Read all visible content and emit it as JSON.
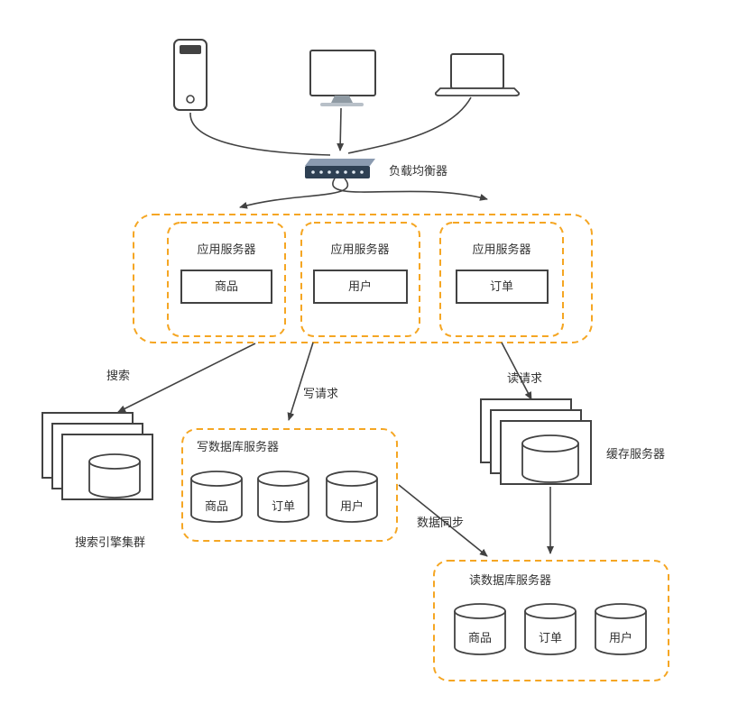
{
  "diagram": {
    "colors": {
      "container_border": "#f5a623",
      "node_border": "#424242",
      "edge": "#424242",
      "switch_body": "#2e4053",
      "switch_top": "#8b9bb0",
      "text": "#333333"
    },
    "icons": {
      "phone": "smartphone-icon",
      "desktop": "desktop-monitor-icon",
      "laptop": "laptop-icon",
      "load_balancer": "network-switch-icon",
      "database": "database-cylinder-icon",
      "server_stack": "stacked-servers-icon"
    },
    "load_balancer": {
      "label": "负载均衡器"
    },
    "app_cluster": {
      "servers": [
        {
          "title": "应用服务器",
          "module": "商品"
        },
        {
          "title": "应用服务器",
          "module": "用户"
        },
        {
          "title": "应用服务器",
          "module": "订单"
        }
      ]
    },
    "edges": {
      "search": "搜索",
      "write": "写请求",
      "read": "读请求",
      "sync": "数据同步"
    },
    "search_cluster": {
      "label": "搜索引擎集群"
    },
    "write_db": {
      "title": "写数据库服务器",
      "databases": [
        "商品",
        "订单",
        "用户"
      ]
    },
    "cache_server": {
      "label": "缓存服务器"
    },
    "read_db": {
      "title": "读数据库服务器",
      "databases": [
        "商品",
        "订单",
        "用户"
      ]
    }
  }
}
